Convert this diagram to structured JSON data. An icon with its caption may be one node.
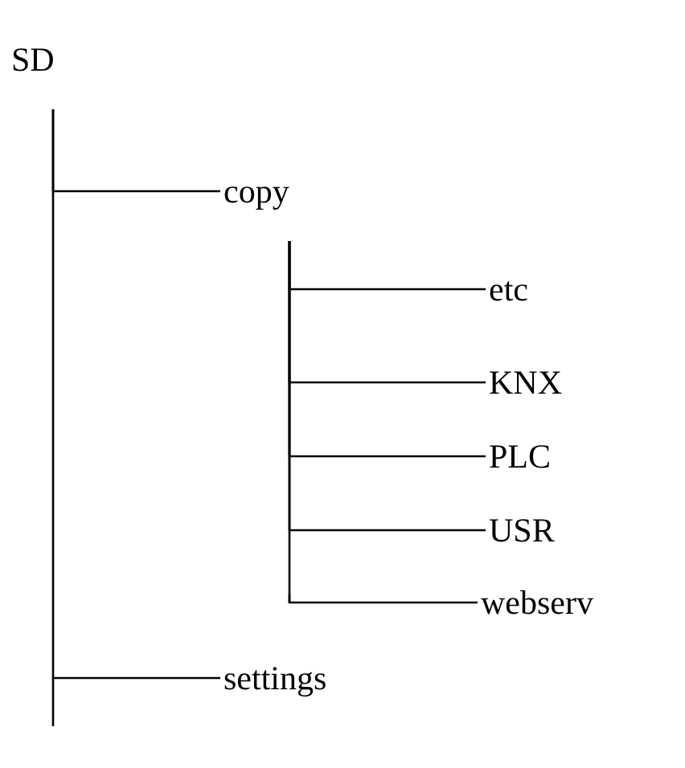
{
  "diagram": {
    "nodes": [
      {
        "text": [
          "SD"
        ]
      },
      {
        "text": [
          "copy"
        ]
      },
      {
        "text": [
          "etc"
        ]
      },
      {
        "text": [
          "KNX"
        ]
      },
      {
        "text": [
          "PLC"
        ]
      },
      {
        "text": [
          "USR"
        ]
      },
      {
        "text": [
          "webserv"
        ]
      },
      {
        "text": [
          "settings"
        ]
      }
    ],
    "edges": [
      {
        "from": 0,
        "to": 1,
        "arrow": "none"
      },
      {
        "from": 1,
        "to": 2,
        "arrow": "none"
      },
      {
        "from": 1,
        "to": 3,
        "arrow": "none"
      },
      {
        "from": 1,
        "to": 4,
        "arrow": "none"
      },
      {
        "from": 1,
        "to": 5,
        "arrow": "none"
      },
      {
        "from": 1,
        "to": 6,
        "arrow": "none"
      },
      {
        "from": 0,
        "to": 7,
        "arrow": "none"
      }
    ]
  }
}
